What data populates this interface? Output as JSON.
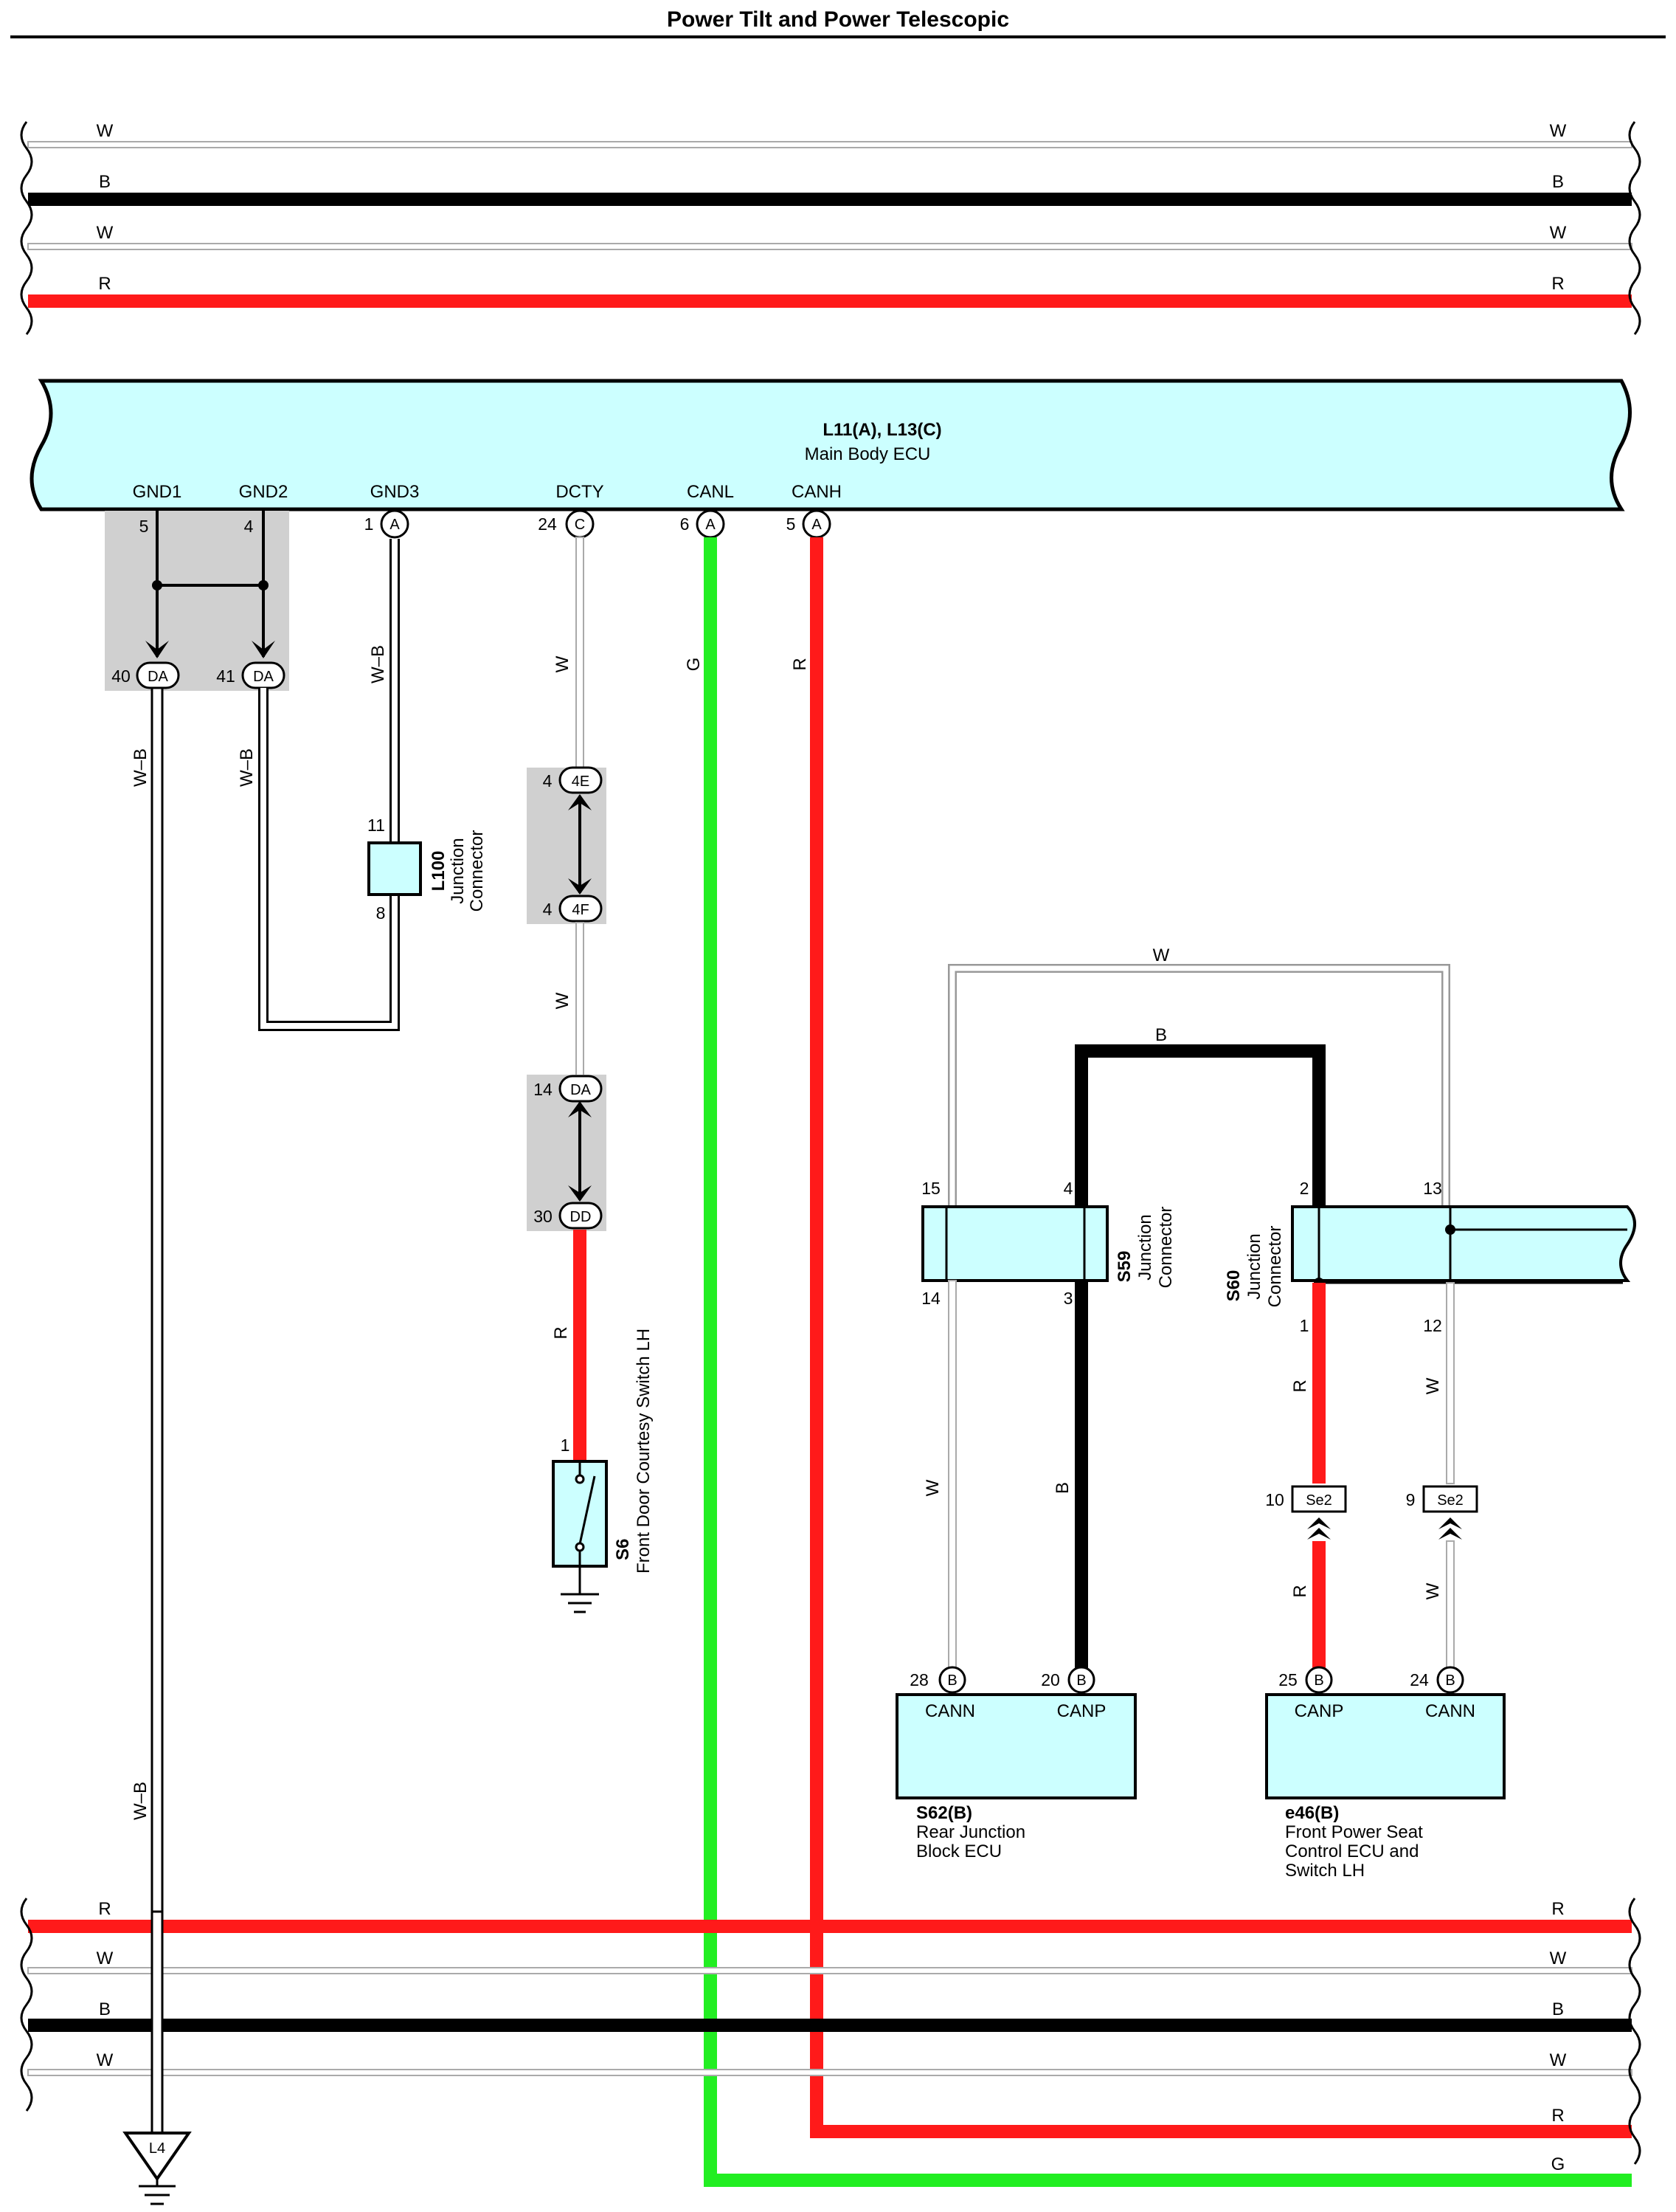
{
  "title": "Power Tilt and Power Telescopic",
  "colors": {
    "red": "#ff1a1a",
    "green": "#22ee22",
    "black": "#000000",
    "white_wire": "#c8c8c8",
    "ecu_fill": "#ccffff",
    "shade": "#d0d0d0"
  },
  "top_bus": [
    {
      "color": "W",
      "color_right": "W"
    },
    {
      "color": "B",
      "color_right": "B"
    },
    {
      "color": "W",
      "color_right": "W"
    },
    {
      "color": "R",
      "color_right": "R"
    }
  ],
  "bottom_bus": [
    {
      "color": "R",
      "color_right": "R"
    },
    {
      "color": "W",
      "color_right": "W"
    },
    {
      "color": "B",
      "color_right": "B"
    },
    {
      "color": "W",
      "color_right": "W"
    }
  ],
  "main_ecu": {
    "code": "L11(A), L13(C)",
    "name": "Main Body ECU",
    "terminals": [
      {
        "name": "GND1",
        "pin": "5",
        "connector": ""
      },
      {
        "name": "GND2",
        "pin": "4",
        "connector": ""
      },
      {
        "name": "GND3",
        "pin": "1",
        "connector": "A"
      },
      {
        "name": "DCTY",
        "pin": "24",
        "connector": "C"
      },
      {
        "name": "CANL",
        "pin": "6",
        "connector": "A"
      },
      {
        "name": "CANH",
        "pin": "5",
        "connector": "A"
      }
    ]
  },
  "gnd_junction": {
    "pin1": "40",
    "conn1": "DA",
    "pin2": "41",
    "conn2": "DA"
  },
  "wires": {
    "gnd1": "W–B",
    "gnd2": "W–B",
    "gnd3": "W–B",
    "dcty_upper": "W",
    "dcty_mid": "W",
    "dcty_lower": "R",
    "canl": "G",
    "canh": "R",
    "gnd1_lower": "W–B",
    "s59_loop": "W",
    "s59_black_loop": "B",
    "s62_w": "W",
    "s62_b": "B",
    "s60_r_upper": "R",
    "s60_w_upper": "W",
    "e46_r_lower": "R",
    "e46_w_lower": "W",
    "out_r": "R",
    "out_g": "G"
  },
  "l100": {
    "code": "L100",
    "line1": "Junction",
    "line2": "Connector",
    "pin_top": "11",
    "pin_bottom": "8"
  },
  "inline_4e": {
    "pin": "4",
    "conn": "4E"
  },
  "inline_4f": {
    "pin": "4",
    "conn": "4F"
  },
  "inline_da": {
    "pin": "14",
    "conn": "DA"
  },
  "inline_dd": {
    "pin": "30",
    "conn": "DD"
  },
  "s6": {
    "code": "S6",
    "name": "Front Door Courtesy Switch LH",
    "pin": "1"
  },
  "s59": {
    "code": "S59",
    "line1": "Junction",
    "line2": "Connector",
    "pins": [
      "15",
      "4",
      "14",
      "3"
    ]
  },
  "s60": {
    "code": "S60",
    "line1": "Junction",
    "line2": "Connector",
    "pins": [
      "2",
      "13",
      "1",
      "12"
    ]
  },
  "se2_left": {
    "pin": "10",
    "conn": "Se2"
  },
  "se2_right": {
    "pin": "9",
    "conn": "Se2"
  },
  "s62": {
    "code": "S62(B)",
    "line1": "Rear Junction",
    "line2": "Block ECU",
    "left_pin": "28",
    "left_conn": "B",
    "left_name": "CANN",
    "right_pin": "20",
    "right_conn": "B",
    "right_name": "CANP"
  },
  "e46": {
    "code": "e46(B)",
    "line1": "Front Power Seat",
    "line2": "Control ECU and",
    "line3": "Switch LH",
    "left_pin": "25",
    "left_conn": "B",
    "left_name": "CANP",
    "right_pin": "24",
    "right_conn": "B",
    "right_name": "CANN"
  },
  "ground_l4": "L4",
  "out_labels": {
    "r": "R",
    "g": "G"
  }
}
